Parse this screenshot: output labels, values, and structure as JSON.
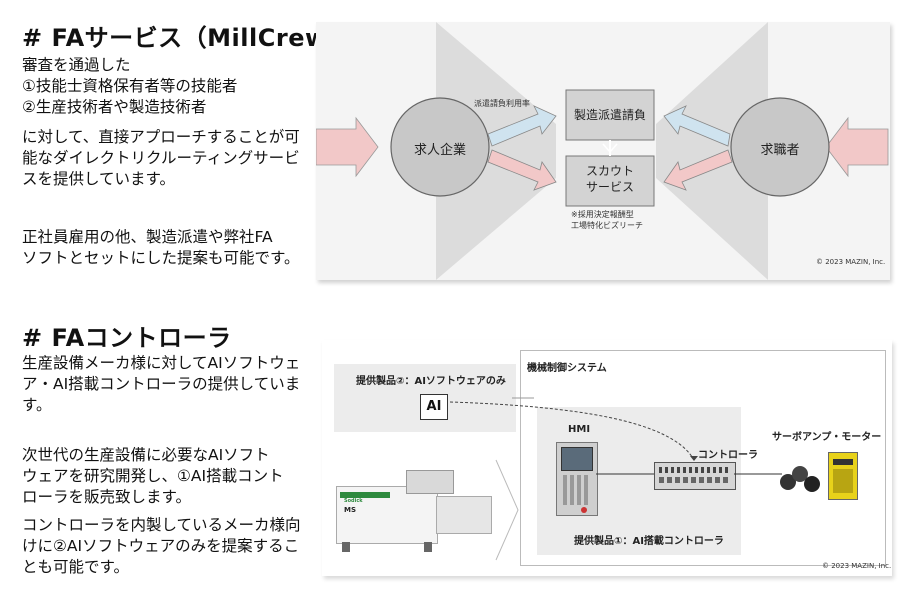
{
  "section1": {
    "title": "# FAサービス（MillCrew）",
    "intro": "審査を通過した",
    "list": [
      "①技能士資格保有者等の技能者",
      "②生産技術者や製造技術者"
    ],
    "desc_lines": [
      "に対して、直接アプローチすることが可",
      "能なダイレクトリクルーティングサービ",
      "スを提供しています。"
    ],
    "note_lines": [
      "正社員雇用の他、製造派遣や弊社FA",
      "ソフトとセットにした提案も可能です。"
    ],
    "diagram": {
      "company": "求人企業",
      "job_seeker": "求職者",
      "service_dispatch": "製造派遣請負",
      "service_scout_lines": [
        "スカウト",
        "サービス"
      ],
      "arrow_label": "派遣請負利用率",
      "scout_note_lines": [
        "※採用決定報酬型",
        "工場特化ビズリーチ"
      ],
      "copyright": "© 2023 MAZIN, Inc."
    }
  },
  "section2": {
    "title": "# FAコントローラ",
    "desc_lines": [
      "生産設備メーカ様に対してAIソフトウェ",
      "ア・AI搭載コントローラの提供していま",
      "す。"
    ],
    "detail_lines": [
      "次世代の生産設備に必要なAIソフト",
      "ウェアを研究開発し、①AI搭載コント",
      "ローラを販売致します。"
    ],
    "note_lines": [
      "コントローラを内製しているメーカ様向",
      "けに②AIソフトウェアのみを提案するこ",
      "とも可能です。"
    ],
    "diagram": {
      "product2_label": "提供製品②：AIソフトウェアのみ",
      "ai_badge": "AI",
      "system_label": "機械制御システム",
      "hmi_label": "HMI",
      "controller_label": "コントローラ",
      "servo_label": "サーボアンプ・モーター",
      "product1_label": "提供製品①：AI搭載コントローラ",
      "machine_brand": "Sodick",
      "machine_model": "MS",
      "copyright": "© 2023 MAZIN, Inc."
    }
  }
}
